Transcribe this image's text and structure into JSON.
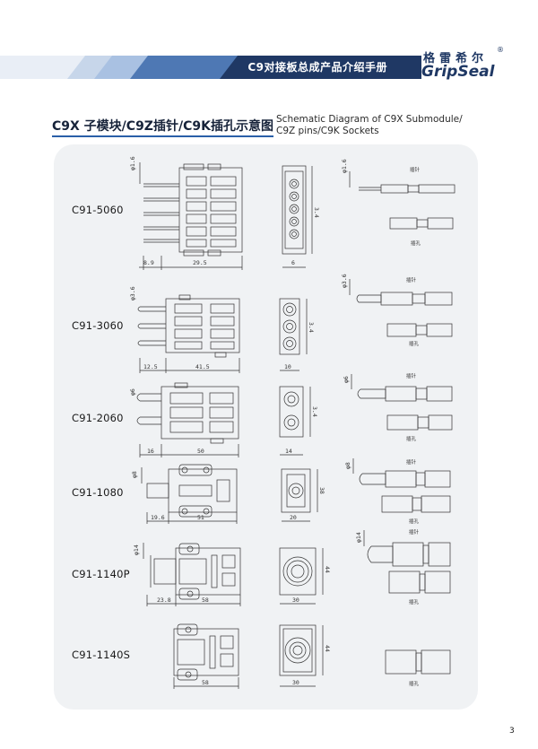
{
  "header": {
    "title": "C9对接板总成产品介绍手册",
    "brand_cn": "格雷希尔",
    "brand_reg": "®",
    "brand_en": "GripSeal",
    "colors": {
      "dark_blue": "#1f3864",
      "mid_blue": "#4e78b4",
      "light_blue": "#a9c1e2",
      "pale": "#e9eef6"
    }
  },
  "section": {
    "title_cn": "C9X 子模块/C9Z插针/C9K插孔示意图",
    "title_en_line1": "Schematic Diagram of C9X Submodule/",
    "title_en_line2": "C9Z pins/C9K Sockets"
  },
  "rows": [
    {
      "model": "C91-5060",
      "dims": [
        "φ1.6",
        "8.9",
        "29.5",
        "3.4",
        "6"
      ],
      "pin_label": "插针",
      "socket_label": "插孔"
    },
    {
      "model": "C91-3060",
      "dims": [
        "φ3.6",
        "12.5",
        "41.5",
        "3.4",
        "10"
      ],
      "pin_label": "插针",
      "socket_label": "插孔"
    },
    {
      "model": "C91-2060",
      "dims": [
        "φ6",
        "16",
        "50",
        "3.4",
        "14"
      ],
      "pin_label": "插针",
      "socket_label": "插孔"
    },
    {
      "model": "C91-1080",
      "dims": [
        "φ8",
        "19.6",
        "51",
        "38",
        "20"
      ],
      "pin_label": "插针",
      "socket_label": "插孔"
    },
    {
      "model": "C91-1140P",
      "dims": [
        "φ14",
        "23.8",
        "58",
        "44",
        "30"
      ],
      "pin_label": "插针",
      "socket_label": "插孔"
    },
    {
      "model": "C91-1140S",
      "dims": [
        "58",
        "44",
        "30"
      ],
      "socket_label": "插孔"
    }
  ],
  "page_number": "3"
}
